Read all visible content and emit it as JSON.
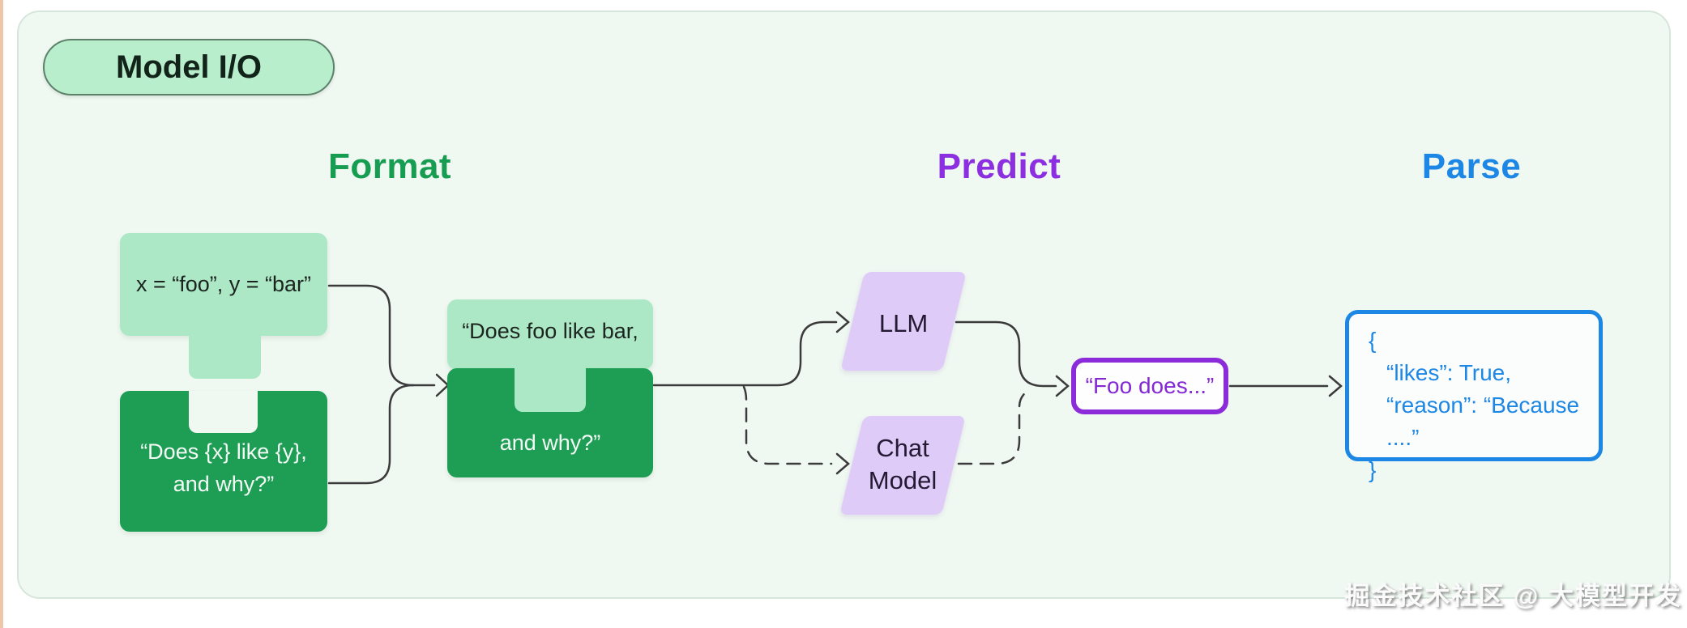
{
  "badge": {
    "label": "Model I/O"
  },
  "headings": {
    "format": "Format",
    "predict": "Predict",
    "parse": "Parse"
  },
  "format": {
    "input_text": "x = “foo”, y = “bar”",
    "template_line1": "“Does {x} like {y},",
    "template_line2": "and why?”",
    "prompt_line1": "“Does foo like bar,",
    "prompt_line2": "and why?”"
  },
  "predict": {
    "llm_label": "LLM",
    "chat_line1": "Chat",
    "chat_line2": "Model",
    "output_text": "“Foo does...”"
  },
  "parse": {
    "line1": "{",
    "line2": "“likes”: True,",
    "line3": "“reason”: “Because ....”",
    "line4": "}"
  },
  "watermark": "掘金技术社区 @ 大模型开发",
  "colors": {
    "light_green": "#ace8c5",
    "dark_green": "#1d9e54",
    "green_heading": "#169d52",
    "purple_heading": "#8b2fe0",
    "purple_fill": "#dfcbf8",
    "purple_accent": "#8b2bd9",
    "blue_accent": "#1c87e5",
    "line": "#3b3b3b",
    "card_bg": "#f0f8f2"
  }
}
